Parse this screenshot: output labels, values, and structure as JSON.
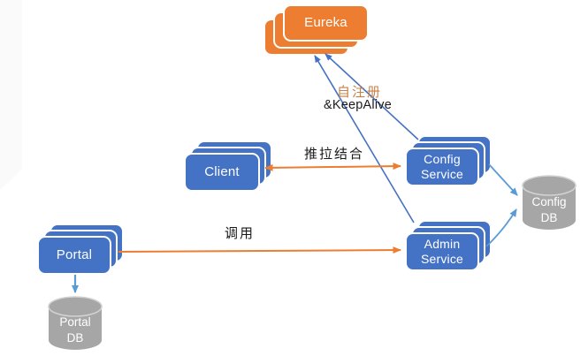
{
  "diagram": {
    "nodes": {
      "eureka": {
        "label": "Eureka",
        "shape": "stacked-rounded-rect",
        "fill": "#ED7D31"
      },
      "client": {
        "label": "Client",
        "shape": "stacked-rounded-rect",
        "fill": "#4472C4"
      },
      "config_service": {
        "label": "Config Service",
        "shape": "stacked-rounded-rect",
        "fill": "#4472C4"
      },
      "admin_service": {
        "label": "Admin Service",
        "shape": "stacked-rounded-rect",
        "fill": "#4472C4"
      },
      "portal": {
        "label": "Portal",
        "shape": "stacked-rounded-rect",
        "fill": "#4472C4"
      },
      "config_db": {
        "label": "Config DB",
        "shape": "cylinder",
        "fill": "#A6A6A6"
      },
      "portal_db": {
        "label": "Portal DB",
        "shape": "cylinder",
        "fill": "#A6A6A6"
      }
    },
    "edge_labels": {
      "self_register": "自注册",
      "keepalive": "&KeepAlive",
      "push_pull": "推拉结合",
      "invoke": "调用"
    },
    "edges": [
      {
        "from": "config_service",
        "to": "eureka",
        "color": "#4472C4",
        "label": "自注册 &KeepAlive"
      },
      {
        "from": "admin_service",
        "to": "eureka",
        "color": "#4472C4",
        "label": "自注册 &KeepAlive"
      },
      {
        "from": "client",
        "to": "config_service",
        "color": "#ED7D31",
        "bidirectional": true,
        "label": "推拉结合"
      },
      {
        "from": "portal",
        "to": "admin_service",
        "color": "#ED7D31",
        "label": "调用"
      },
      {
        "from": "config_service",
        "to": "config_db",
        "color": "#5B9BD5"
      },
      {
        "from": "admin_service",
        "to": "config_db",
        "color": "#5B9BD5"
      },
      {
        "from": "portal",
        "to": "portal_db",
        "color": "#5B9BD5"
      }
    ],
    "colors": {
      "service_blue": "#4472C4",
      "accent_orange": "#ED7D31",
      "db_gray": "#A6A6A6",
      "arrow_blue_dark": "#4472C4",
      "arrow_blue_light": "#5B9BD5",
      "self_register_text": "#C5814B",
      "label_text": "#1a1a1a"
    }
  }
}
